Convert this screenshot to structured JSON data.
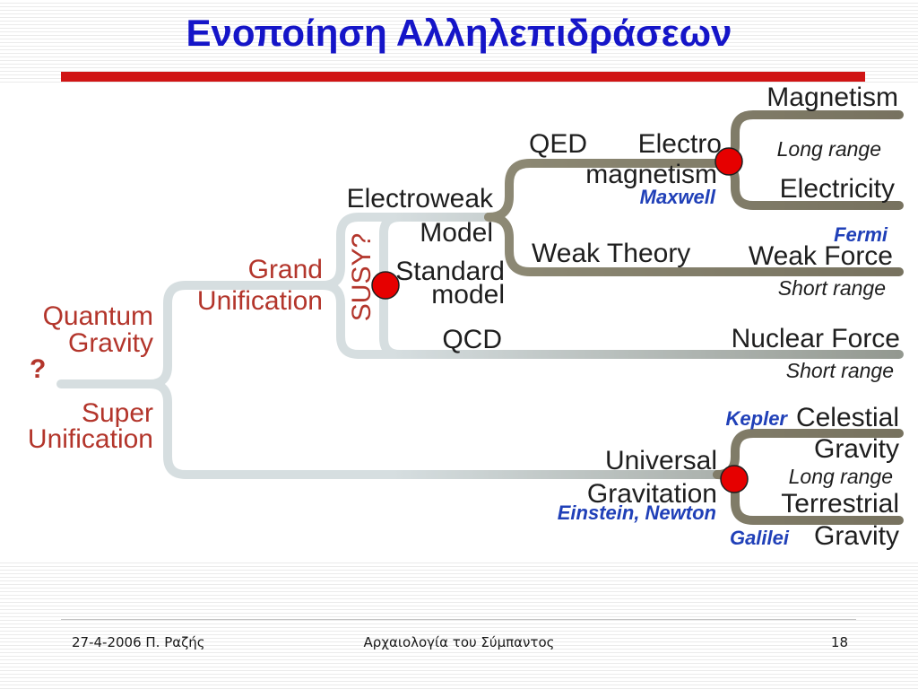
{
  "palette": {
    "title": "#1515c8",
    "accent_bar": "#d01414",
    "label_text": "#1e1e1e",
    "red_label": "#b3352b",
    "blue_label": "#2040b8",
    "marker": "#e60000",
    "line_light": "#d6dee0",
    "line_mid": "#939890",
    "line_olive": "#8e8a75",
    "line_dark": "#77725f"
  },
  "slide": {
    "title": "Ενοποίηση Αλληλεπιδράσεων"
  },
  "diagram": {
    "root": "?",
    "quantum_gravity": [
      "Quantum",
      "Gravity"
    ],
    "super_unification": [
      "Super",
      "Unification"
    ],
    "grand_unification": [
      "Grand",
      "Unification"
    ],
    "susy": "SUSY?",
    "electroweak_model": [
      "Electroweak",
      "Model"
    ],
    "standard_model": [
      "Standard",
      "model"
    ],
    "qcd": "QCD",
    "qed": "QED",
    "electromagnetism": [
      "Electro",
      "magnetism"
    ],
    "weak_theory": "Weak Theory",
    "universal_gravitation": [
      "Universal",
      "Gravitation"
    ],
    "forces": {
      "magnetism": "Magnetism",
      "electricity": "Electricity",
      "weak_force": "Weak Force",
      "nuclear_force": "Nuclear Force",
      "celestial_gravity": [
        "Celestial",
        "Gravity"
      ],
      "terrestrial_gravity": [
        "Terrestrial",
        "Gravity"
      ]
    },
    "ranges": {
      "electromagnetic": "Long range",
      "weak": "Short range",
      "nuclear": "Short range",
      "gravitational": "Long range"
    },
    "scientists": {
      "maxwell": "Maxwell",
      "fermi": "Fermi",
      "kepler": "Kepler",
      "einstein_newton": "Einstein, Newton",
      "galilei": "Galilei"
    }
  },
  "footer": {
    "date_author": "27-4-2006 Π. Ραζής",
    "course": "Αρχαιολογία του Σύμπαντος",
    "page_number": "18"
  }
}
